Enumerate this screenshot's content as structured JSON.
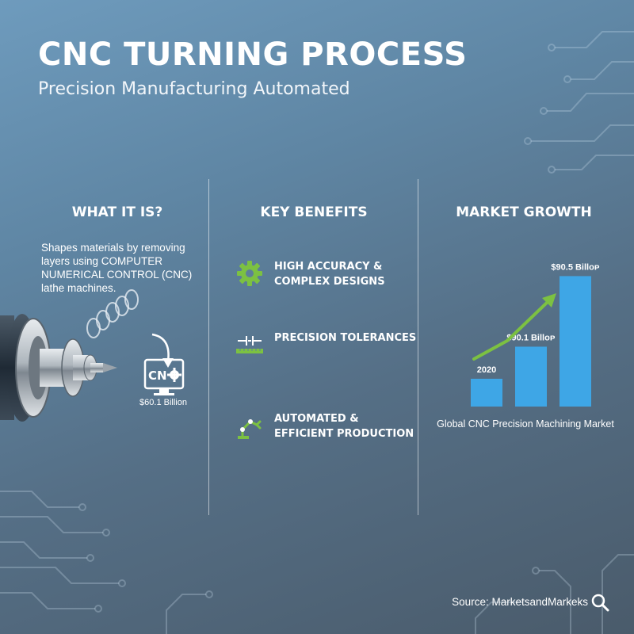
{
  "header": {
    "title": "CNC TURNING PROCESS",
    "subtitle": "Precision Manufacturing Automated"
  },
  "what_it_is": {
    "heading": "WHAT IT IS?",
    "description": "Shapes materials by removing layers using COMPUTER NUMERICAL CONTROL (CNC) lathe machines.",
    "monitor_text": "CN",
    "monitor_value": "$60.1 Billion",
    "icons": [
      "spindle-icon",
      "spring-icon",
      "arrow-icon",
      "monitor-icon",
      "gear-icon"
    ]
  },
  "key_benefits": {
    "heading": "KEY BENEFITS",
    "items": [
      {
        "icon": "gear-icon",
        "label": "HIGH ACCURACY & COMPLEX DESIGNS"
      },
      {
        "icon": "caliper-icon",
        "label": "PRECISION TOLERANCES"
      },
      {
        "icon": "robot-arm-icon",
        "label": "AUTOMATED & EFFICIENT PRODUCTION"
      }
    ]
  },
  "market_growth": {
    "heading": "MARKET GROWTH",
    "caption": "Global CNC Precision Machining Market"
  },
  "chart_data": {
    "type": "bar",
    "categories": [
      "2020",
      "",
      ""
    ],
    "values": [
      13,
      28,
      61
    ],
    "data_labels": [
      "2020",
      "$90.1 Billoᴘ",
      "$90.5 Billoᴘ"
    ],
    "title": "MARKET GROWTH",
    "caption": "Global CNC Precision Machining Market",
    "trend_arrow": true,
    "grid": false,
    "legend": "none"
  },
  "footer": {
    "source": "Source: MarketsandMarkeks"
  },
  "colors": {
    "accent_green": "#7cc142",
    "bar_blue": "#3ea6e6",
    "background_start": "#6e9bbd",
    "background_end": "#4a5b6b"
  }
}
